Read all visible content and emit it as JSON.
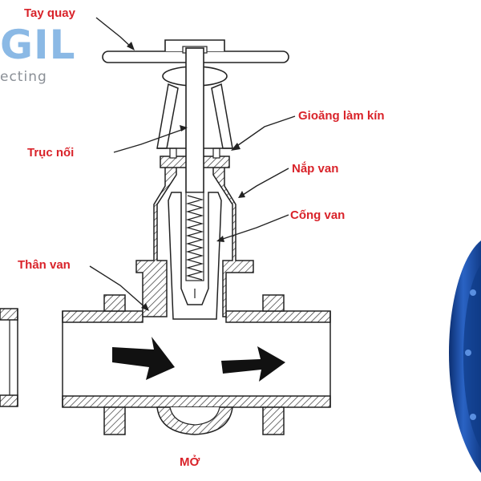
{
  "colors": {
    "label": "#d9232a",
    "line": "#222222",
    "logo_blue": "#7fb2e3",
    "logo_gray": "#8a8f96",
    "blue_valve": "#1d4fa8",
    "blue_valve_dark": "#0c2f72"
  },
  "logo": {
    "brand": "GIL",
    "tagline": "ecting"
  },
  "labels": {
    "handwheel": "Tay quay",
    "seal": "Gioăng làm kín",
    "stem": "Trục nối",
    "bonnet": "Nắp van",
    "gate": "Cống van",
    "body": "Thân van",
    "state": "MỞ"
  }
}
